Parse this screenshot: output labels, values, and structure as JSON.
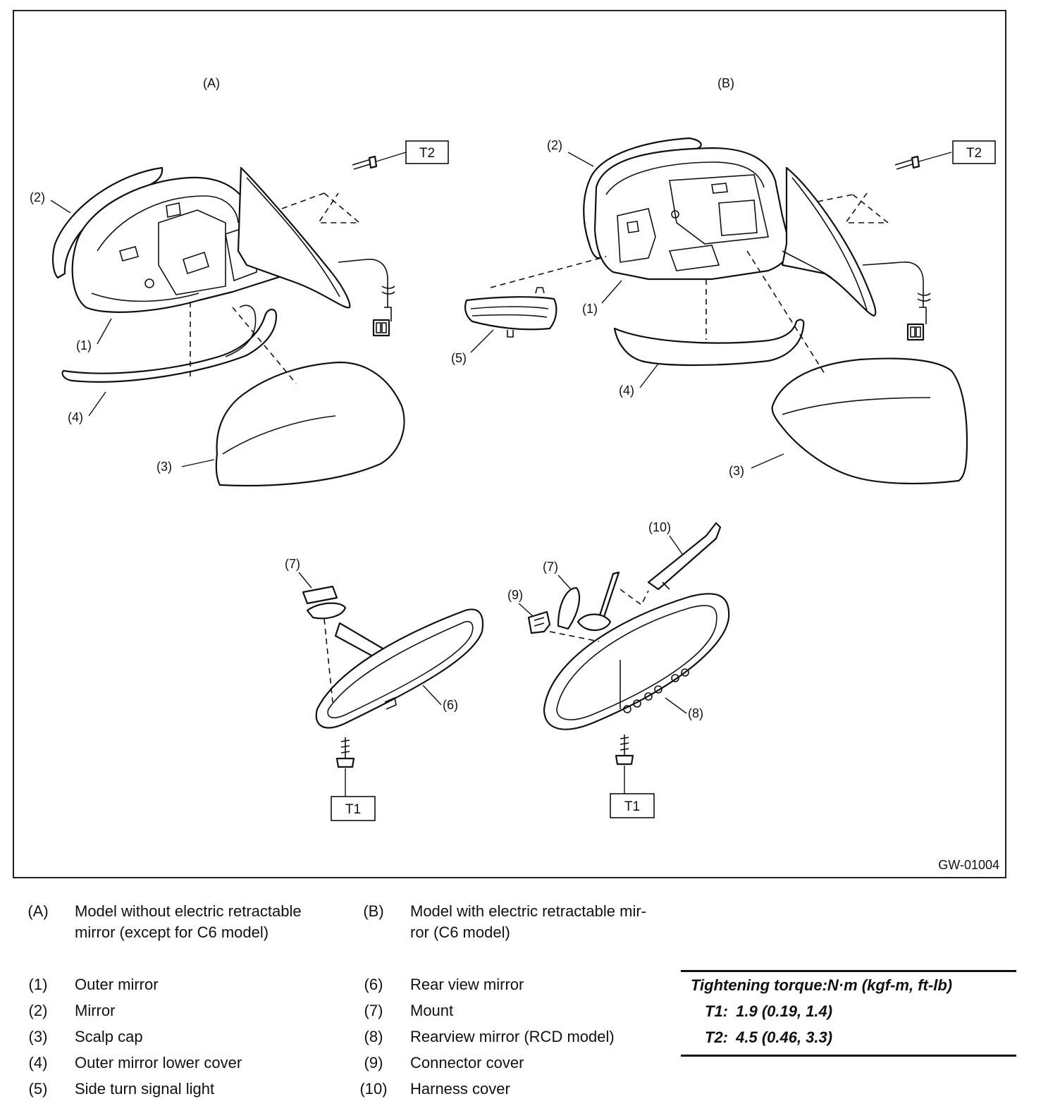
{
  "diagram": {
    "variant_labels": {
      "a": "(A)",
      "b": "(B)"
    },
    "callouts": {
      "c1": "(1)",
      "c2": "(2)",
      "c3": "(3)",
      "c4": "(4)",
      "c5": "(5)",
      "c6": "(6)",
      "c7": "(7)",
      "c8": "(8)",
      "c9": "(9)",
      "c10": "(10)"
    },
    "torque_tags": {
      "t1": "T1",
      "t2": "T2"
    },
    "figure_id": "GW-01004"
  },
  "legend": {
    "variants": [
      {
        "key": "(A)",
        "text_lines": [
          "Model without electric retractable",
          "mirror (except for C6 model)"
        ]
      },
      {
        "key": "(B)",
        "text_lines": [
          "Model with electric retractable mir-",
          "ror (C6 model)"
        ]
      }
    ],
    "parts_left": [
      {
        "num": "(1)",
        "name": "Outer mirror"
      },
      {
        "num": "(2)",
        "name": "Mirror"
      },
      {
        "num": "(3)",
        "name": "Scalp cap"
      },
      {
        "num": "(4)",
        "name": "Outer mirror lower cover"
      },
      {
        "num": "(5)",
        "name": "Side turn signal light"
      }
    ],
    "parts_right": [
      {
        "num": "(6)",
        "name": "Rear view mirror"
      },
      {
        "num": "(7)",
        "name": "Mount"
      },
      {
        "num": "(8)",
        "name": "Rearview mirror (RCD model)"
      },
      {
        "num": "(9)",
        "name": "Connector cover"
      },
      {
        "num": "(10)",
        "name": "Harness cover"
      }
    ]
  },
  "torque": {
    "title": "Tightening torque:N·m (kgf-m, ft-lb)",
    "rows": [
      {
        "code": "T1:",
        "value": "1.9 (0.19, 1.4)"
      },
      {
        "code": "T2:",
        "value": "4.5 (0.46, 3.3)"
      }
    ]
  }
}
